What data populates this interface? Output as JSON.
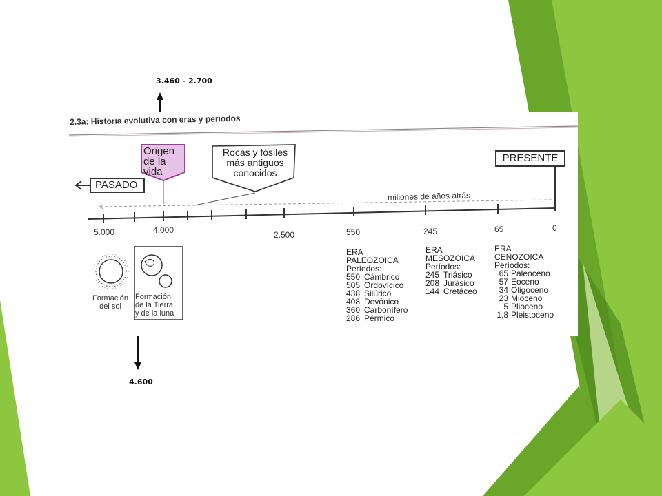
{
  "slide": {
    "top_label": "3.460 - 2.700",
    "bottom_label": "4.600"
  },
  "diagram": {
    "title": "2.3a: Historia evolutiva con eras y periodos",
    "past_label": "PASADO",
    "present_label": "PRESENTE",
    "origin_lines": [
      "Origen",
      "de la",
      "vida"
    ],
    "rocks_lines": [
      "Rocas y fósiles",
      "más antiguos",
      "conocidos"
    ],
    "axis_caption": "millones de años atrás",
    "ticks": [
      "5.000",
      "4.000",
      "2.500",
      "550",
      "245",
      "65",
      "0"
    ],
    "sun_caption": [
      "Formación",
      "del sol"
    ],
    "earth_caption": [
      "Formación",
      "de la Tierra",
      "y de la luna"
    ],
    "eras": [
      {
        "name_lines": [
          "ERA",
          "PALEOZOICA",
          "Períodos:"
        ],
        "periods": [
          {
            "age": "550",
            "name": "Cámbrico"
          },
          {
            "age": "505",
            "name": "Ordovícico"
          },
          {
            "age": "438",
            "name": "Silúrico"
          },
          {
            "age": "408",
            "name": "Devónico"
          },
          {
            "age": "360",
            "name": "Carbonífero"
          },
          {
            "age": "286",
            "name": "Pérmico"
          }
        ]
      },
      {
        "name_lines": [
          "ERA",
          "MESOZOICA",
          "Períodos:"
        ],
        "periods": [
          {
            "age": "245",
            "name": "Triásico"
          },
          {
            "age": "208",
            "name": "Jurásico"
          },
          {
            "age": "144",
            "name": "Cretáceo"
          }
        ]
      },
      {
        "name_lines": [
          "ERA",
          "CENOZOICA",
          "Períodos:"
        ],
        "periods": [
          {
            "age": "65",
            "name": "Paleoceno"
          },
          {
            "age": "57",
            "name": "Eoceno"
          },
          {
            "age": "34",
            "name": "Oligoceno"
          },
          {
            "age": "23",
            "name": "Mioceno"
          },
          {
            "age": "5",
            "name": "Plioceno"
          },
          {
            "age": "1,8",
            "name": "Pleistoceno"
          }
        ]
      }
    ]
  },
  "colors": {
    "green_light": "#8dc63f",
    "green_mid": "#6aa629",
    "green_dark": "#4e8a1e",
    "green_pale": "#cfe6a4",
    "origin_fill": "#e8c3e8",
    "origin_border": "#9b3c9b"
  }
}
